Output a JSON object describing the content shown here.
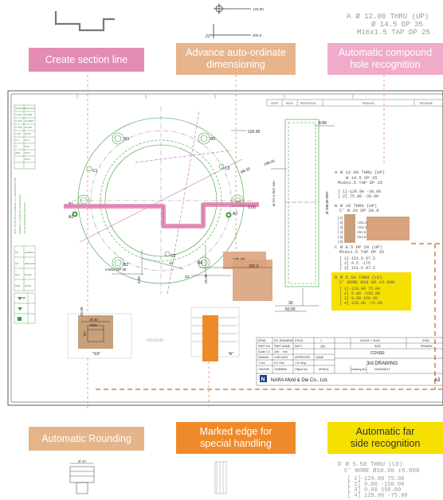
{
  "features": {
    "create_section_line": "Create section line",
    "advance_dimension_line1": "Advance auto-ordinate",
    "advance_dimension_line2": "dimensioning",
    "compound_hole_line1": "Automatic compound",
    "compound_hole_line2": "hole recognition",
    "auto_rounding": "Automatic Rounding",
    "marked_edge_line1": "Marked edge for",
    "marked_edge_line2": "special handling",
    "far_side_line1": "Automatic far",
    "far_side_line2": "side recognition"
  },
  "top_callout": {
    "line1": "A  Ø 12.00 THRU (UP)",
    "line2": "Ø 14.5 DP 35",
    "line3": "M16x1.5 TAP DP 25",
    "dim_125": "125.00",
    "dim_200": "200.0"
  },
  "bottom_callout": {
    "line1": "D  Ø 5.50 THRU (LD)",
    "line2": "C' BORE Ø10.00 ↧5.000",
    "rows": [
      "[  1]-129.90     75.00",
      "[  2]   0.00   -150.00",
      "[  3]   0.00    150.00",
      "[  4] 129.90    -75.00"
    ]
  },
  "bottom_icon_text": "Ø 40",
  "drawing": {
    "header_cells": [
      "DATE",
      "SIGN",
      "REVISIONS",
      "REASON",
      "RELEASE"
    ],
    "tolerance_header": [
      "Tolerance",
      "Tolerance"
    ],
    "tolerance_rows": [
      [
        "X.XXX",
        "±0.005"
      ],
      [
        "X.XXX",
        "±0.0025"
      ],
      [
        "X.XXX",
        "±0.001"
      ],
      [
        "X.XX",
        "±0.01"
      ],
      [
        "X.X",
        "±0.1"
      ],
      [
        "X",
        "±0.5"
      ],
      [
        "ANG",
        "±0.5°"
      ],
      [
        "",
        "±0.5°"
      ]
    ],
    "holes": [
      "A1",
      "B1",
      "B2",
      "B3",
      "B4",
      "B5",
      "B6",
      "C1",
      "C2",
      "C3"
    ],
    "dim_125": "125.00",
    "dim_000": "0.00",
    "dim_125_box": "125.00",
    "dim_200_box": "200.0",
    "dim_30": "30",
    "dim_60": "60.00",
    "dim_889": "8.89",
    "thread_label": "2-M12 DP 30",
    "angle_10": "10°",
    "dim_25": "25.00",
    "dim_r": "R2",
    "phi_40": "Ø 40",
    "m10": "M10",
    "view_xx": "\"XX\"",
    "view_a": "\"A\"",
    "section_mark": "ZZ",
    "r_label": "Ø 288.00 REF",
    "z_label": "Ø 257.6 REF MIN",
    "callout_a": {
      "title": "A  Ø 12.00 THRU (UP)",
      "l2": "Ø 14.5 DP 35",
      "l3": "M16x1.5 TAP DP 25",
      "rows": [
        "[  1]-129.90   -30.00",
        "[  2]  75.00   -30.00"
      ]
    },
    "callout_b": {
      "title": "B  Ø 18 THRU (UP)",
      "l2": "C' Ø 26 DP 30.0",
      "rows": [
        "[  1]",
        "[  2]",
        "[  3]",
        "[  4]",
        "[  5]",
        "[  6]"
      ],
      "vals": [
        "-151.6",
        "-151.6",
        "151.6",
        "151.6"
      ]
    },
    "callout_c": {
      "title": "C  Ø 8.5 DP 20 (UP)",
      "l2": "M10x1.5 TAP DP 15",
      "rows": [
        "[  1]-151.6      87.5",
        "[  2]   0.5    -175",
        "[  3] 151.6      87.5"
      ]
    },
    "callout_d": {
      "title": "D  Ø 5.50 THRU (LD)",
      "l2": "C' BORE Ø10.00 ↧5.000",
      "rows": [
        "[  1]-129.90    75.00",
        "[  2]   0.00  -150.00",
        "[  3]   0.00   150.00",
        "[  4] 129.90   -75.00"
      ]
    },
    "title_block": {
      "r1": [
        "ERSB",
        "DS. DRAWING",
        "STD11",
        "1",
        "SHOLE 1 *B110",
        "Φ300"
      ],
      "r2": [
        "PART NO",
        "PART NAME",
        "MAT'L",
        "Q'ty",
        "SIZE",
        "REMARK"
      ],
      "scale": "Scale 1:3",
      "unit": "Unit",
      "unit_val": "mm",
      "cover": "COVER",
      "drawn": "DRAWN",
      "checked": "CHECKED",
      "approved": "APPROVED",
      "name": "NAME",
      "drawn_by": "T.Lee",
      "checked_by": "K.K.Kim",
      "approved_by": "J.H.Jung",
      "date": "7052008",
      "date2": "20080808",
      "object": "Object No.",
      "apmca": "APMCA",
      "drawing_no": "Drawing No.",
      "drawing_no_val": "X064208112",
      "title": "3rd DRAWING",
      "company": "NARA Mold & Die Co., Ltd.",
      "sheet": "A3"
    },
    "left_side_table": [
      [
        "QT",
        "unit/date"
      ],
      [
        "QT",
        "dates/unit"
      ],
      [
        "NAL",
        "Rough"
      ],
      [
        "SUR",
        "Finish"
      ]
    ]
  },
  "colors": {
    "pink": "#e38cb4",
    "peach": "#e8b48c",
    "light_pink": "#f0aaca",
    "tan": "#e5b48b",
    "orange": "#ef8a2a",
    "yellow": "#f5e000",
    "green": "#3a9e3a",
    "magenta": "#c040a0"
  }
}
